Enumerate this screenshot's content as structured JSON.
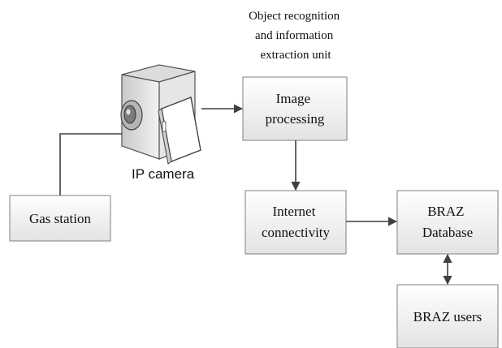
{
  "caption_lines": [
    "Object recognition",
    "and information",
    "extraction unit"
  ],
  "camera": {
    "label": "IP camera",
    "icon": "video-camera-icon"
  },
  "nodes": {
    "gas_station": [
      "Gas station"
    ],
    "image_processing": [
      "Image",
      "processing"
    ],
    "internet_connectivity": [
      "Internet",
      "connectivity"
    ],
    "braz_database": [
      "BRAZ",
      "Database"
    ],
    "braz_users": [
      "BRAZ users"
    ]
  },
  "colors": {
    "box_fill_top": "#ffffff",
    "box_fill_bottom": "#e4e4e4",
    "box_border": "#7f7f7f",
    "connector": "#404040"
  }
}
